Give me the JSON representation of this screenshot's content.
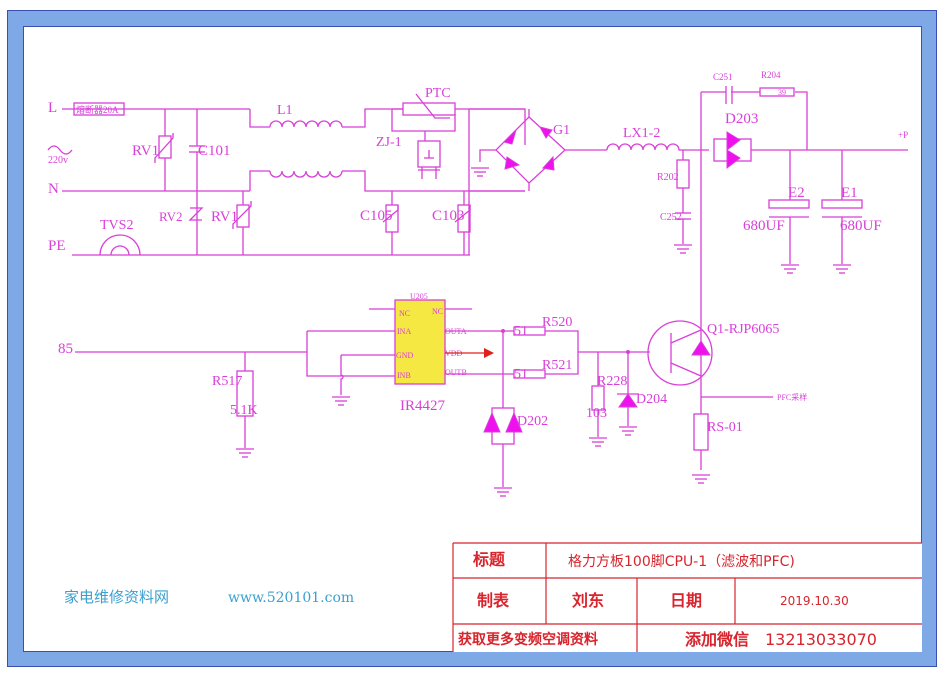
{
  "colors": {
    "frame_blue": "#7fa9e6",
    "wire_magenta": "#d93fd9",
    "ic_fill": "#f5e842",
    "table_red": "#d8242c",
    "brand_blue": "#3aa0d0",
    "arrow_red": "#e0201a"
  },
  "input_section": {
    "line_L": "L",
    "line_N": "N",
    "line_PE": "PE",
    "ac_symbol": "~",
    "voltage": "220v",
    "fuse": "熔断器20A",
    "tvs": "TVS2"
  },
  "components": {
    "rv1_top": "RV1",
    "c101": "C101",
    "rv2": "RV2",
    "rv1_bottom": "RV1",
    "l1": "L1",
    "ptc": "PTC",
    "zj1": "ZJ-1",
    "c105": "C105",
    "c103": "C103",
    "g1": "G1",
    "lx1_2": "LX1-2",
    "r202": "R202",
    "c252": "C252",
    "c251": "C251",
    "r204": "R204",
    "r204_value": "39",
    "d203": "D203",
    "out_p": "+P",
    "e2": "E2",
    "e2_value": "680UF",
    "e1": "E1",
    "e1_value": "680UF",
    "input_85": "85",
    "r517": "R517",
    "r517_value": "5.1K",
    "u205": "U205",
    "ic_name": "IR4427",
    "ic_pins": {
      "nc_left": "NC",
      "nc_right": "NC",
      "ina": "INA",
      "gnd": "GND",
      "inb": "INB",
      "outa": "OUTA",
      "vdd": "VDD",
      "outb": "OUTB"
    },
    "r520": "R520",
    "r520_value": "51",
    "r521": "R521",
    "r521_value": "51",
    "d202": "D202",
    "r228": "R228",
    "r228_value": "103",
    "d204": "D204",
    "q1": "Q1-RJP6065",
    "pfc_sample": "PFC采样",
    "rs01": "RS-01"
  },
  "brand": {
    "site_name": "家电维修资料网",
    "url": "www.520101.com"
  },
  "title_block": {
    "title_label": "标题",
    "title_value": "格力方板100脚CPU-1（滤波和PFC)",
    "author_label": "制表",
    "author_value": "刘东",
    "date_label": "日期",
    "date_value": "2019.10.30",
    "promo_left": "获取更多变频空调资料",
    "promo_right_label": "添加微信",
    "promo_right_number": "13213033070"
  }
}
